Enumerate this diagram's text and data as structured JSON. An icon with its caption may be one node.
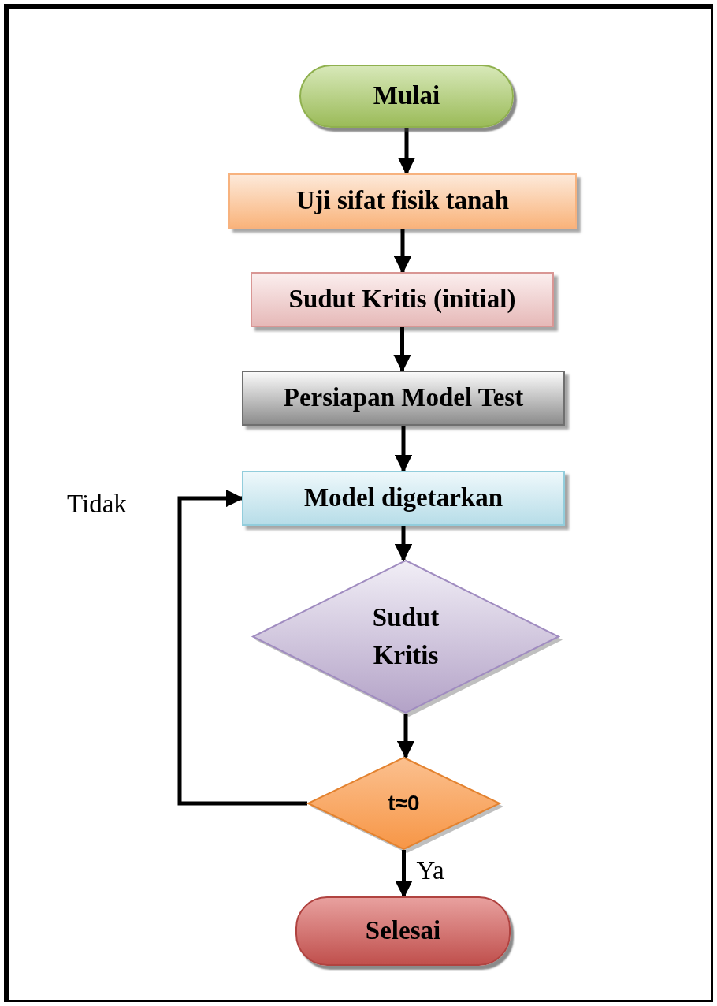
{
  "diagram": {
    "nodes": [
      {
        "text": [
          "Mulai"
        ]
      },
      {
        "text": [
          "Uji sifat fisik tanah"
        ]
      },
      {
        "text": [
          "Sudut Kritis (initial)"
        ]
      },
      {
        "text": [
          "Persiapan Model Test"
        ]
      },
      {
        "text": [
          "Model digetarkan"
        ]
      },
      {
        "text": [
          "Sudut Kritis"
        ]
      },
      {
        "text": [
          "t≈0"
        ]
      },
      {
        "text": [
          "Selesai"
        ]
      }
    ],
    "edges": [
      {
        "from": 0,
        "to": 1,
        "arrow": "to"
      },
      {
        "from": 1,
        "to": 2,
        "arrow": "to"
      },
      {
        "from": 2,
        "to": 3,
        "arrow": "to"
      },
      {
        "from": 3,
        "to": 4,
        "arrow": "to"
      },
      {
        "from": 4,
        "to": 5,
        "arrow": "to"
      },
      {
        "from": 5,
        "to": 6,
        "arrow": "to"
      },
      {
        "from": 6,
        "to": 7,
        "arrow": "to",
        "label": "Ya"
      },
      {
        "from": 6,
        "to": 4,
        "arrow": "to",
        "label": "Tidak"
      }
    ]
  }
}
